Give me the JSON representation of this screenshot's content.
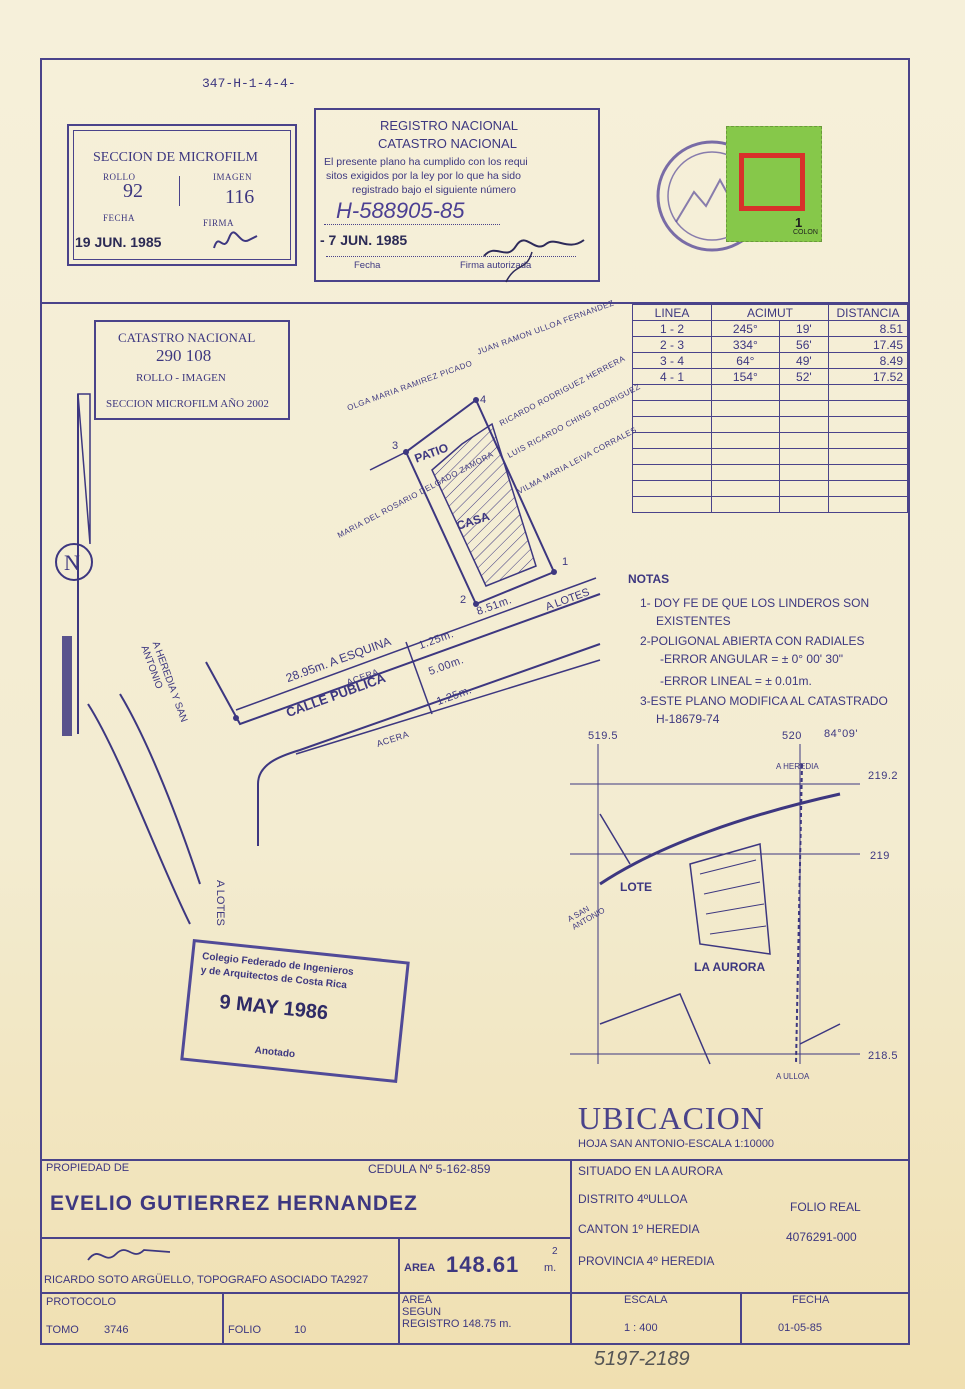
{
  "doc_code": "347-H-1-4-4-",
  "microfilm": {
    "title": "SECCION DE MICROFILM",
    "rollo_label": "ROLLO",
    "rollo": "92",
    "imagen_label": "IMAGEN",
    "imagen": "116",
    "fecha_label": "FECHA",
    "fecha": "19 JUN. 1985",
    "firma_label": "FIRMA"
  },
  "registro": {
    "line1": "REGISTRO NACIONAL",
    "line2": "CATASTRO NACIONAL",
    "text1": "El presente plano ha cumplido con los requi",
    "text2": "sitos exigidos por la ley por lo que ha sido",
    "text3": "registrado bajo el siguiente número",
    "numero": "H-588905-85",
    "fecha": "- 7 JUN. 1985",
    "fecha_label": "Fecha",
    "firma_label": "Firma autorizada"
  },
  "timbre": {
    "value": "1",
    "unit": "COLON"
  },
  "catastro2002": {
    "title": "CATASTRO NACIONAL",
    "numero": "290 108",
    "rollo": "ROLLO - IMAGEN",
    "seccion": "SECCION MICROFILM AÑO 2002"
  },
  "table": {
    "headers": [
      "LINEA",
      "ACIMUT",
      "DISTANCIA"
    ],
    "rows": [
      [
        "1 - 2",
        "245°",
        "19'",
        "8.51"
      ],
      [
        "2 - 3",
        "334°",
        "56'",
        "17.45"
      ],
      [
        "3 - 4",
        "64°",
        "49'",
        "8.49"
      ],
      [
        "4 - 1",
        "154°",
        "52'",
        "17.52"
      ]
    ]
  },
  "plan": {
    "neighbor_top": "JUAN RAMON ULLOA FERNANDEZ",
    "neighbor_topleft": "OLGA MARIA RAMIREZ PICADO",
    "neighbor_right1": "RICARDO RODRIGUEZ HERRERA",
    "neighbor_right2": "LUIS RICARDO CHING RODRIGUEZ",
    "neighbor_right3": "VILMA MARIA LEIVA CORRALES",
    "neighbor_left": "MARIA DEL ROSARIO DELGADO ZAMORA",
    "patio": "PATIO",
    "casa": "CASA",
    "p1": "1",
    "p2": "2",
    "p3": "3",
    "p4": "4",
    "dist12": "8.51m.",
    "esquina": "28.95m. A ESQUINA",
    "acera1": "ACERA",
    "acera2": "ACERA",
    "w1": "1.25m.",
    "w2": "5.00m.",
    "w3": "1.25m.",
    "calle": "CALLE PUBLICA",
    "a_lotes1": "A LOTES",
    "a_lotes2": "A LOTES",
    "heredia": "A HEREDIA Y SAN ANTONIO",
    "north": "N"
  },
  "notas": {
    "title": "NOTAS",
    "n1a": "1- DOY FE DE QUE LOS LINDEROS SON",
    "n1b": "EXISTENTES",
    "n2": "2-POLIGONAL ABIERTA CON RADIALES",
    "n2a": "-ERROR ANGULAR = ± 0° 00' 30\"",
    "n2b": "-ERROR LINEAL    = ± 0.01m.",
    "n3a": "3-ESTE PLANO MODIFICA AL CATASTRADO",
    "n3b": "H-18679-74"
  },
  "ubicacion": {
    "c1": "519.5",
    "c2": "520",
    "c3": "84°09'",
    "c4": "219.2",
    "c5": "219",
    "c6": "218.5",
    "a_heredia": "A HEREDIA",
    "a_ulloa": "A ULLOA",
    "a_san_antonio": "A SAN ANTONIO",
    "lote": "LOTE",
    "la_aurora": "LA AURORA",
    "title": "UBICACION",
    "hoja": "HOJA SAN ANTONIO-ESCALA 1:10000"
  },
  "colegio": {
    "line1": "Colegio Federado de Ingenieros",
    "line2": "y de Arquitectos de Costa Rica",
    "fecha": "9 MAY 1986",
    "anotado": "Anotado"
  },
  "footer": {
    "propiedad_label": "PROPIEDAD DE",
    "cedula": "CEDULA Nº 5-162-859",
    "owner": "EVELIO GUTIERREZ HERNANDEZ",
    "situado": "SITUADO EN LA AURORA",
    "distrito": "DISTRITO 4ºULLOA",
    "canton": "CANTON 1º HEREDIA",
    "provincia": "PROVINCIA 4º HEREDIA",
    "folio_real_label": "FOLIO REAL",
    "folio_real": "4076291-000",
    "topografo": "RICARDO SOTO ARGÜELLO, TOPOGRAFO ASOCIADO TA2927",
    "area_label": "AREA",
    "area": "148.61",
    "area_unit": "m.",
    "area_sup": "2",
    "protocolo": "PROTOCOLO",
    "tomo_label": "TOMO",
    "tomo": "3746",
    "folio_label": "FOLIO",
    "folio": "10",
    "area_segun_1": "AREA",
    "area_segun_2": "SEGUN",
    "area_segun_3": "REGISTRO  148.75 m.",
    "escala_label": "ESCALA",
    "escala": "1 : 400",
    "fecha_label": "FECHA",
    "fecha": "01-05-85"
  },
  "bottom_note": "5197-2189"
}
